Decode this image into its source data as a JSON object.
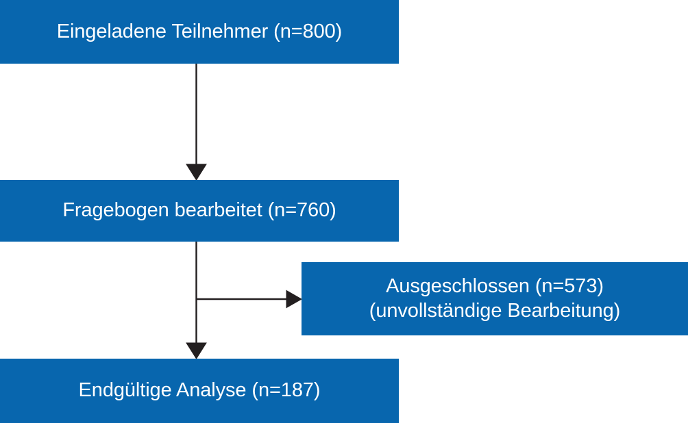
{
  "diagram": {
    "type": "flowchart",
    "orientation": "vertical",
    "language": "de",
    "colors": {
      "node_fill": "#0866ae",
      "node_text": "#ffffff",
      "connector": "#231f20",
      "background": "#ffffff"
    },
    "nodes": [
      {
        "id": "invited",
        "label_lines": [
          "Eingeladene Teilnehmer (n=800)"
        ],
        "n": 800
      },
      {
        "id": "completed",
        "label_lines": [
          "Fragebogen bearbeitet (n=760)"
        ],
        "n": 760
      },
      {
        "id": "excluded",
        "label_lines": [
          "Ausgeschlossen (n=573)",
          "(unvollständige Bearbeitung)"
        ],
        "n": 573
      },
      {
        "id": "final",
        "label_lines": [
          "Endgültige Analyse (n=187)"
        ],
        "n": 187
      }
    ],
    "edges": [
      {
        "id": "invited-to-completed",
        "from": "invited",
        "to": "completed",
        "direction": "down"
      },
      {
        "id": "completed-to-excluded",
        "from": "completed",
        "to": "excluded",
        "direction": "right"
      },
      {
        "id": "completed-to-final",
        "from": "completed",
        "to": "final",
        "direction": "down"
      }
    ]
  }
}
